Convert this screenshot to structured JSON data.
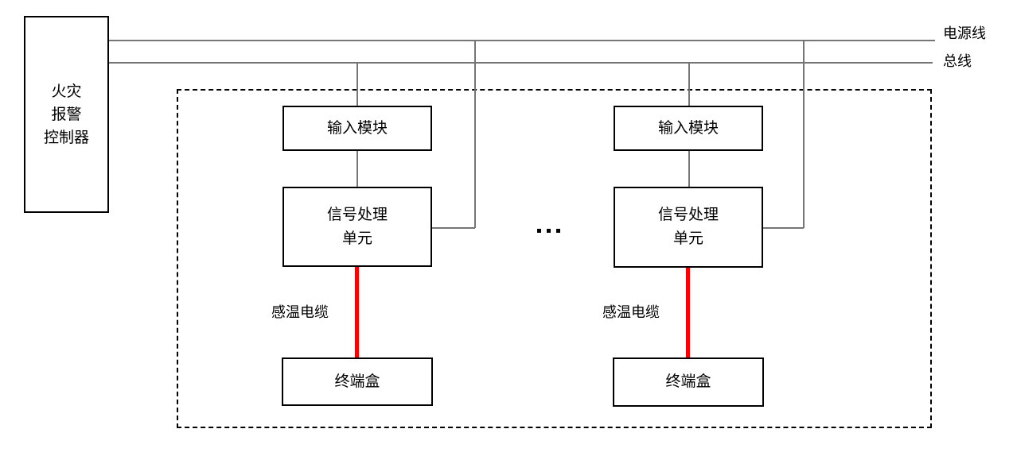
{
  "diagram": {
    "controller": {
      "line1": "火灾",
      "line2": "报警",
      "line3": "控制器"
    },
    "bus_labels": {
      "power_line": "电源线",
      "bus_line": "总线"
    },
    "ellipsis": "···",
    "groups": [
      {
        "input_module": "输入模块",
        "signal_unit_line1": "信号处理",
        "signal_unit_line2": "单元",
        "cable_label": "感温电缆",
        "terminal_box": "终端盒"
      },
      {
        "input_module": "输入模块",
        "signal_unit_line1": "信号处理",
        "signal_unit_line2": "单元",
        "cable_label": "感温电缆",
        "terminal_box": "终端盒"
      }
    ],
    "colors": {
      "sensing_cable": "#ff0000",
      "wire": "#757575",
      "outline": "#000000"
    }
  }
}
